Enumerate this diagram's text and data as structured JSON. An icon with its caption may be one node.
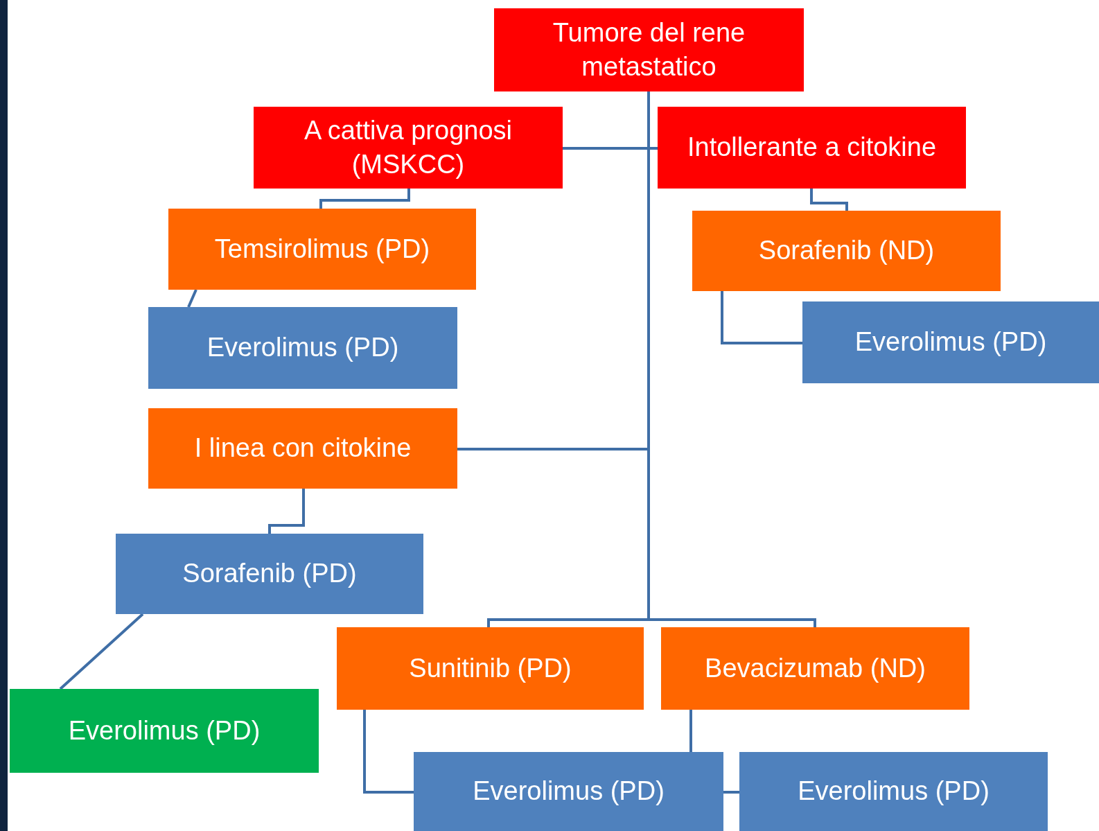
{
  "diagram": {
    "nodes": [
      {
        "text": [
          "Tumore del rene metastatico"
        ]
      },
      {
        "text": [
          "A cattiva prognosi (MSKCC)"
        ]
      },
      {
        "text": [
          "Intollerante a citokine"
        ]
      },
      {
        "text": [
          "Temsirolimus (PD)"
        ]
      },
      {
        "text": [
          "Sorafenib (ND)"
        ]
      },
      {
        "text": [
          "Everolimus (PD)"
        ]
      },
      {
        "text": [
          "Everolimus (PD)"
        ]
      },
      {
        "text": [
          "I linea con citokine"
        ]
      },
      {
        "text": [
          "Sorafenib (PD)"
        ]
      },
      {
        "text": [
          "Sunitinib (PD)"
        ]
      },
      {
        "text": [
          "Bevacizumab (ND)"
        ]
      },
      {
        "text": [
          "Everolimus (PD)"
        ]
      },
      {
        "text": [
          "Everolimus (PD)"
        ]
      },
      {
        "text": [
          "Everolimus (PD)"
        ]
      }
    ],
    "edges": [
      {
        "from": 0,
        "to": 1,
        "arrow": "none"
      },
      {
        "from": 0,
        "to": 2,
        "arrow": "none"
      },
      {
        "from": 0,
        "to": 7,
        "arrow": "none"
      },
      {
        "from": 0,
        "to": 9,
        "arrow": "none"
      },
      {
        "from": 0,
        "to": 10,
        "arrow": "none"
      },
      {
        "from": 1,
        "to": 3,
        "arrow": "none"
      },
      {
        "from": 2,
        "to": 4,
        "arrow": "none"
      },
      {
        "from": 3,
        "to": 5,
        "arrow": "none"
      },
      {
        "from": 4,
        "to": 6,
        "arrow": "none"
      },
      {
        "from": 7,
        "to": 8,
        "arrow": "none"
      },
      {
        "from": 8,
        "to": 11,
        "arrow": "none"
      },
      {
        "from": 9,
        "to": 12,
        "arrow": "none"
      },
      {
        "from": 10,
        "to": 12,
        "arrow": "none"
      },
      {
        "from": 12,
        "to": 13,
        "arrow": "none"
      }
    ]
  }
}
